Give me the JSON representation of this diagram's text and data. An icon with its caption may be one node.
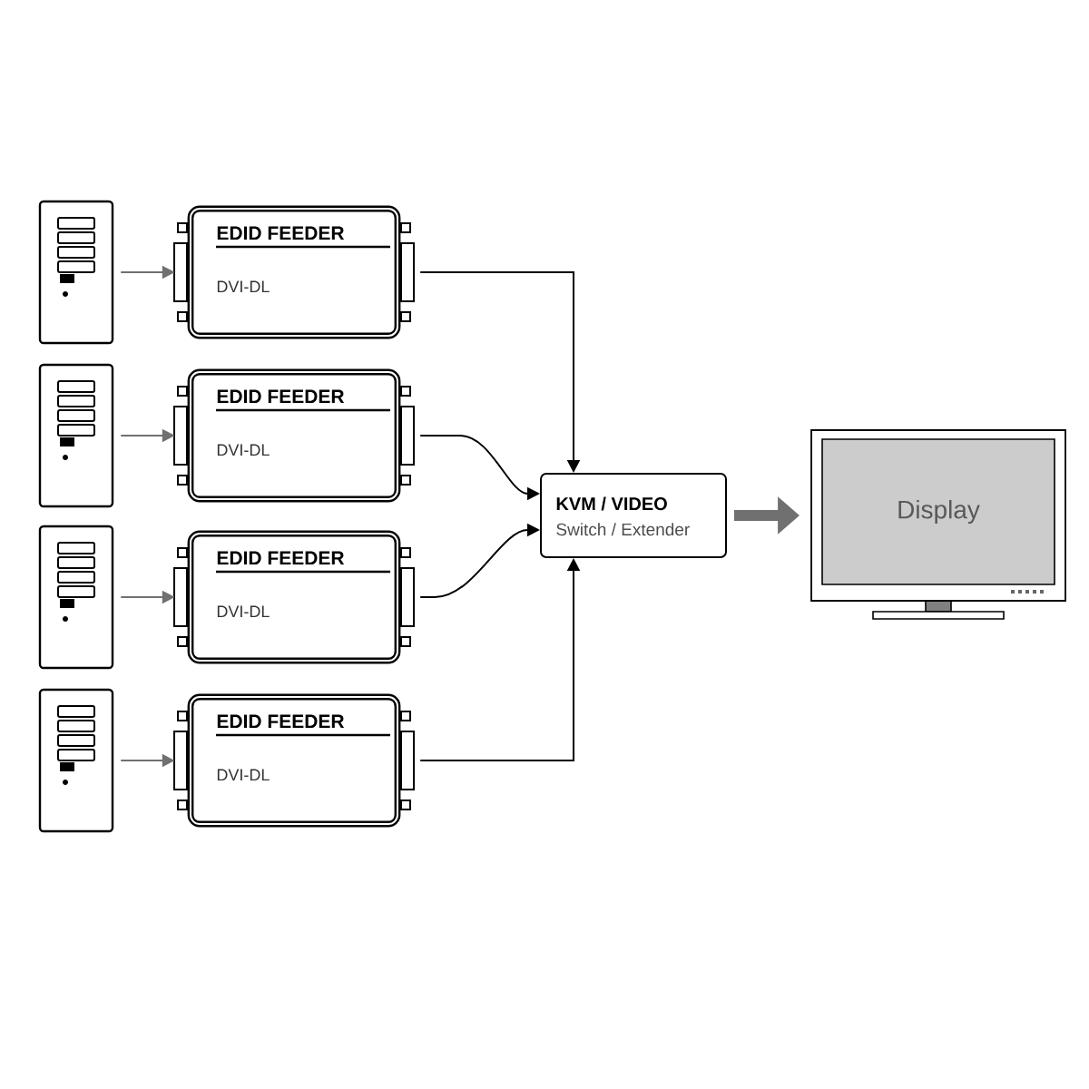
{
  "diagram": {
    "nodes": [
      {
        "text": [],
        "shape": "computer"
      },
      {
        "text": [
          "EDID FEEDER",
          "DVI-DL"
        ]
      },
      {
        "text": [],
        "shape": "computer"
      },
      {
        "text": [
          "EDID FEEDER",
          "DVI-DL"
        ]
      },
      {
        "text": [],
        "shape": "computer"
      },
      {
        "text": [
          "EDID FEEDER",
          "DVI-DL"
        ]
      },
      {
        "text": [],
        "shape": "computer"
      },
      {
        "text": [
          "EDID FEEDER",
          "DVI-DL"
        ]
      },
      {
        "text": [
          "KVM / VIDEO",
          "Switch / Extender"
        ]
      },
      {
        "text": [
          "Display"
        ]
      }
    ],
    "edges": [
      {
        "from": 0,
        "to": 1,
        "arrow": "to"
      },
      {
        "from": 2,
        "to": 3,
        "arrow": "to"
      },
      {
        "from": 4,
        "to": 5,
        "arrow": "to"
      },
      {
        "from": 6,
        "to": 7,
        "arrow": "to"
      },
      {
        "from": 1,
        "to": 8,
        "arrow": "to",
        "color": "#000000"
      },
      {
        "from": 3,
        "to": 8,
        "arrow": "to",
        "color": "#000000"
      },
      {
        "from": 5,
        "to": 8,
        "arrow": "to",
        "color": "#000000"
      },
      {
        "from": 7,
        "to": 8,
        "arrow": "to",
        "color": "#000000"
      },
      {
        "from": 8,
        "to": 9,
        "arrow": "to",
        "style": "thick"
      }
    ]
  }
}
